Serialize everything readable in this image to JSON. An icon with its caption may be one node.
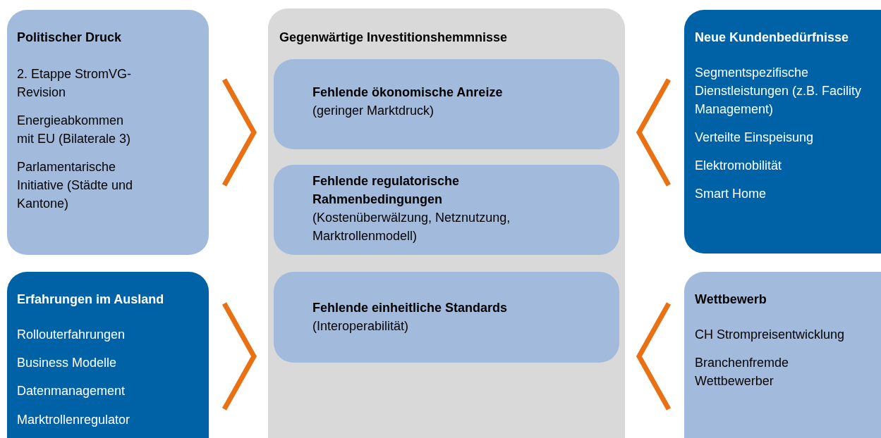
{
  "diagram": {
    "nodes": [
      {
        "text": [
          "Politischer Druck",
          "2. Etappe StromVG-Revision",
          "Energieabkommen mit EU (Bilaterale 3)",
          "Parlamentarische Initiative (Städte und Kantone)"
        ]
      },
      {
        "text": [
          "Gegenwärtige Investitionshemmnisse"
        ]
      },
      {
        "text": [
          "Fehlende ökonomische Anreize",
          "(geringer Marktdruck)"
        ],
        "in": 1
      },
      {
        "text": [
          "Fehlende regulatorische Rahmenbedingungen",
          "(Kostenüberwälzung, Netznutzung, Marktrollenmodell)"
        ],
        "in": 1
      },
      {
        "text": [
          "Fehlende einheitliche Standards",
          "(Interoperabilität)"
        ],
        "in": 1
      },
      {
        "text": [
          "Neue Kundenbedürfnisse",
          "Segmentspezifische Dienstleistungen (z.B. Facility Management)",
          "Verteilte Einspeisung",
          "Elektromobilität",
          "Smart Home"
        ]
      },
      {
        "text": [
          "Erfahrungen im Ausland",
          "Rollouterfahrungen",
          "Business Modelle",
          "Datenmanagement",
          "Marktrollenregulator"
        ]
      },
      {
        "text": [
          "Wettbewerb",
          "CH Strompreisentwicklung",
          "Branchenfremde Wettbewerber"
        ]
      }
    ],
    "edges": [
      {
        "from": 0,
        "to": 1,
        "arrow": "to"
      },
      {
        "from": 6,
        "to": 1,
        "arrow": "to"
      },
      {
        "from": 5,
        "to": 1,
        "arrow": "to"
      },
      {
        "from": 7,
        "to": 1,
        "arrow": "to"
      }
    ]
  }
}
